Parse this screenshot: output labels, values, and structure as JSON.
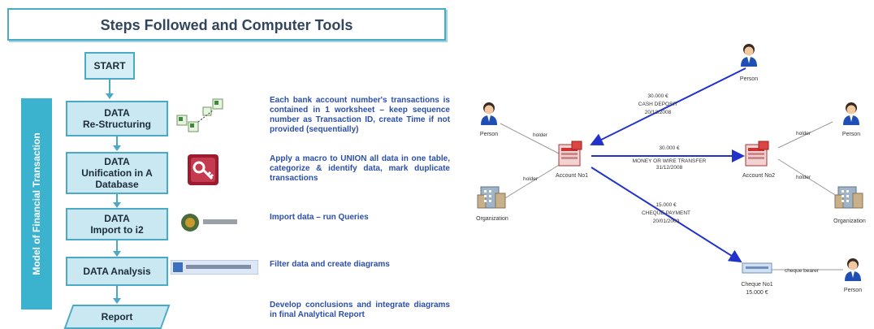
{
  "header": {
    "title": "Steps Followed and Computer Tools"
  },
  "process": {
    "side_label": "Model of Financial Transaction",
    "start": "START",
    "steps": [
      {
        "line1": "DATA",
        "line2": "Re-Structuring"
      },
      {
        "line1": "DATA",
        "line2": "Unification in A",
        "line3": "Database"
      },
      {
        "line1": "DATA",
        "line2": "Import to i2"
      },
      {
        "line1": "DATA Analysis"
      }
    ],
    "report": "Report",
    "descriptions": [
      "Each bank account number's transactions is contained in 1 worksheet – keep sequence number as Transaction ID, create Time if not provided (sequentially)",
      "Apply a macro to UNION all data in one table, categorize & identify data, mark duplicate transactions",
      "Import data – run Queries",
      "Filter data and create diagrams",
      "Develop conclusions and integrate diagrams in final Analytical Report"
    ],
    "tools": [
      "excel-sheets-icon",
      "access-key-icon",
      "i2-import-icon",
      "analyst-notebook-toolbar-icon"
    ]
  },
  "network": {
    "nodes": {
      "person_top": "Person",
      "person_left": "Person",
      "person_right": "Person",
      "person_bottom": "Person",
      "account1": "Account No1",
      "account2": "Account No2",
      "org_left": "Organization",
      "org_right": "Organization",
      "cheque": "Cheque No1",
      "cheque_amount": "15.000 €"
    },
    "edges": {
      "holder": "holder",
      "cheque_holder": "cheque bearer",
      "cash": [
        "30.000 €",
        "CASH DEPOSIT",
        "20/12/2008"
      ],
      "wire": [
        "30.000 €",
        "MONEY OR WIRE TRANSFER",
        "31/12/2008"
      ],
      "cheque": [
        "15.000 €",
        "CHEQUE PAYMENT",
        "20/01/2009"
      ]
    }
  },
  "colors": {
    "accent": "#4aaac6",
    "step_fill": "#c9e8f1",
    "band": "#3bb3cf",
    "desc_text": "#2b4fa8",
    "link_blue": "#2233cc"
  }
}
